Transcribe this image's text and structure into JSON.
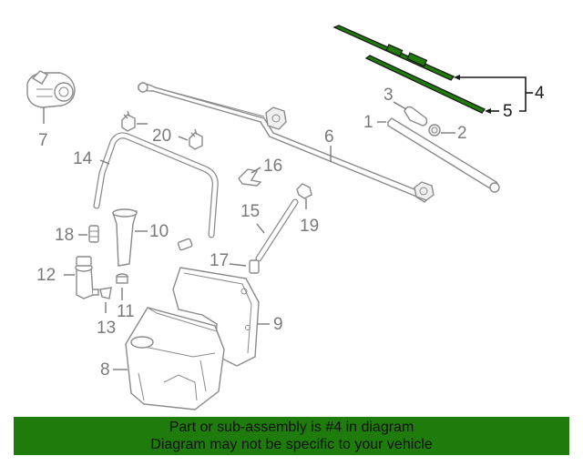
{
  "diagram": {
    "callouts": {
      "c1": "1",
      "c2": "2",
      "c3": "3",
      "c4": "4",
      "c5": "5",
      "c6": "6",
      "c7": "7",
      "c8": "8",
      "c9": "9",
      "c10": "10",
      "c11": "11",
      "c12": "12",
      "c13": "13",
      "c14": "14",
      "c15": "15",
      "c16": "16",
      "c17": "17",
      "c18": "18",
      "c19": "19",
      "c20": "20"
    },
    "highlighted_part": "4",
    "highlight_color": "#1e7b0c"
  },
  "banner": {
    "line1": "Part or sub-assembly is #4 in diagram",
    "line2": "Diagram may not be specific to your vehicle",
    "background": "#1e7b0c"
  }
}
